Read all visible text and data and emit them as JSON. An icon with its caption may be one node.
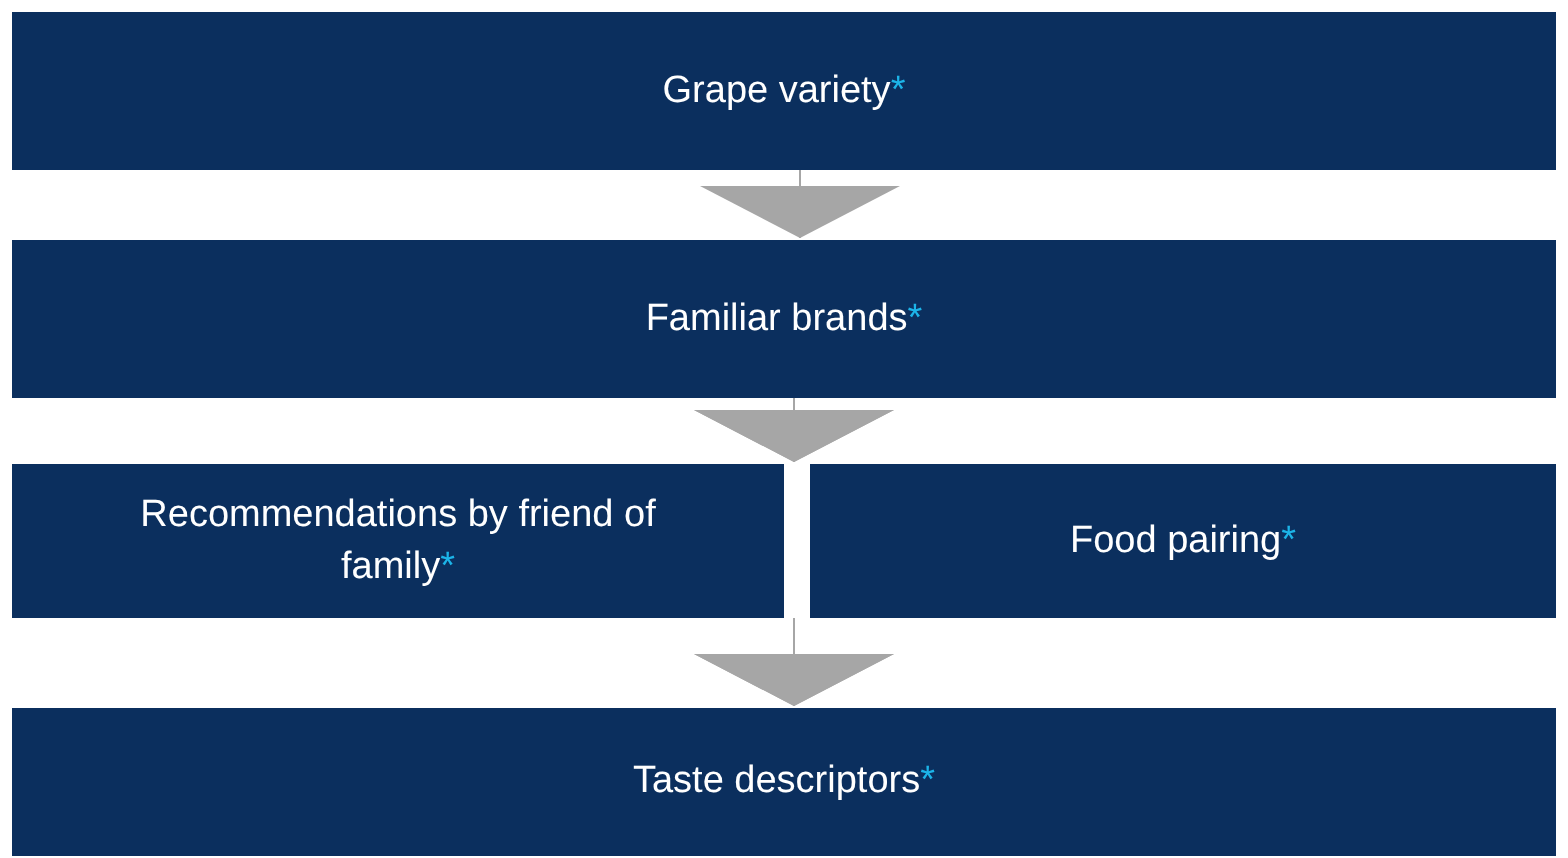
{
  "diagram": {
    "nodes": [
      {
        "text": [
          "Grape variety",
          "*"
        ]
      },
      {
        "text": [
          "Familiar brands",
          "*"
        ]
      },
      {
        "text": [
          "Recommendations by friend of family",
          "*"
        ]
      },
      {
        "text": [
          "Food pairing",
          "*"
        ]
      },
      {
        "text": [
          "Taste descriptors",
          "*"
        ]
      }
    ],
    "edges": [
      {
        "from": 0,
        "to": 1,
        "arrow": "to"
      },
      {
        "from": 1,
        "to": 2,
        "arrow": "to"
      },
      {
        "from": 1,
        "to": 3,
        "arrow": "to"
      },
      {
        "from": 2,
        "to": 4,
        "arrow": "to"
      },
      {
        "from": 3,
        "to": 4,
        "arrow": "to"
      }
    ]
  }
}
